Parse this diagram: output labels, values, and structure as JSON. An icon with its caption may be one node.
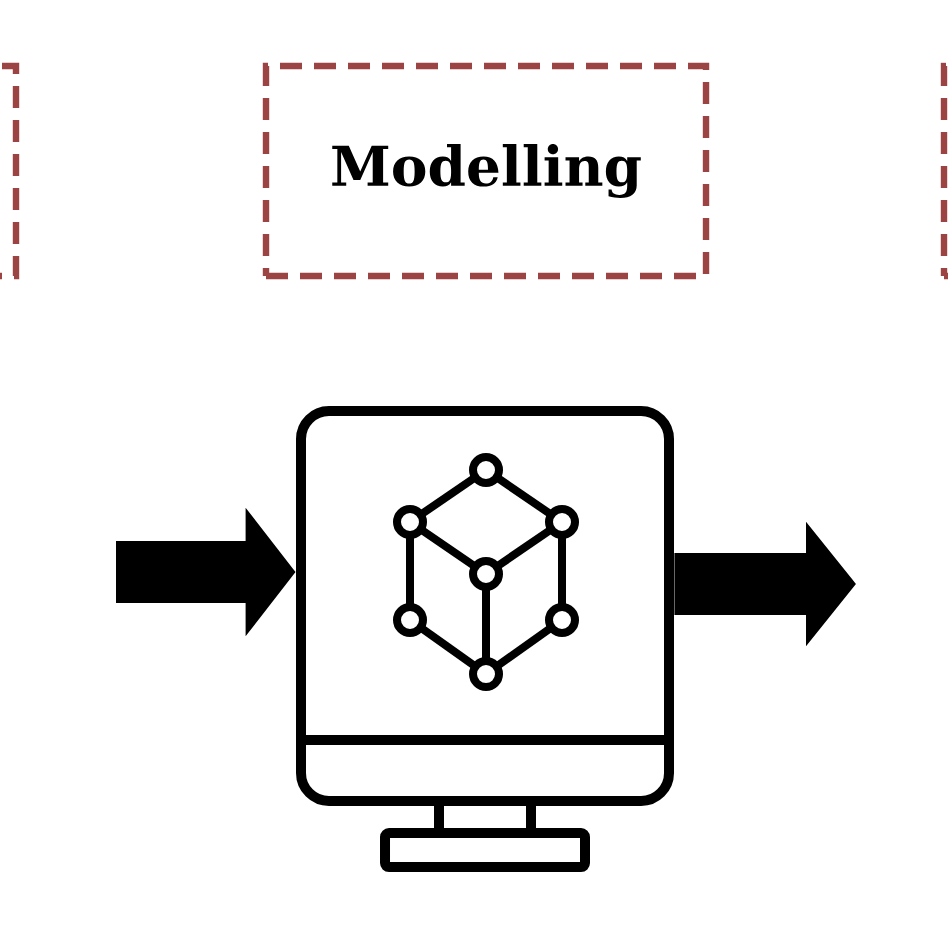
{
  "diagram": {
    "nodes": [
      {
        "text": [],
        "shape": "box"
      },
      {
        "text": [
          "Modelling"
        ]
      },
      {
        "text": [],
        "shape": "box"
      },
      {
        "text": [],
        "shape": "picture"
      }
    ],
    "edges": [
      {
        "from": null,
        "to": 3,
        "arrow": "to"
      },
      {
        "from": 3,
        "to": null,
        "arrow": "to"
      }
    ]
  }
}
